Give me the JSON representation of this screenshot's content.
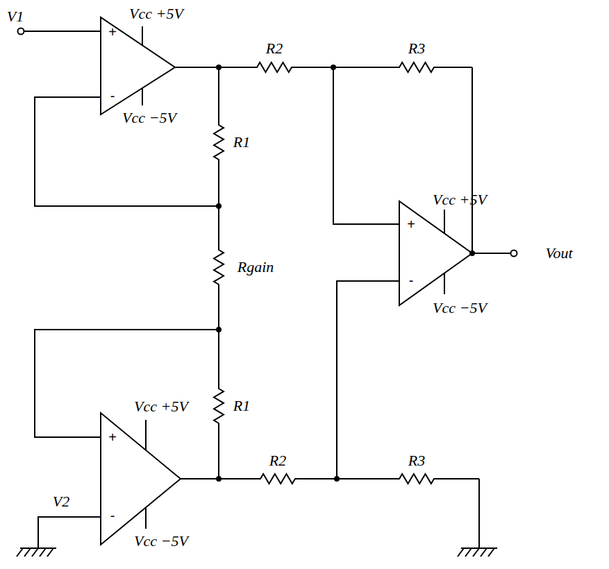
{
  "diagram": {
    "labels": [
      "Vcc +5V",
      "V1",
      "+",
      "-",
      "Vcc −5V",
      "R2",
      "R3",
      "R1",
      "Vcc +5V",
      "+",
      "Vout",
      "Rgain",
      "-",
      "Vcc −5V",
      "Vcc +5V",
      "R1",
      "+",
      "V2",
      "-",
      "R2",
      "R3",
      "Vcc −5V"
    ]
  }
}
